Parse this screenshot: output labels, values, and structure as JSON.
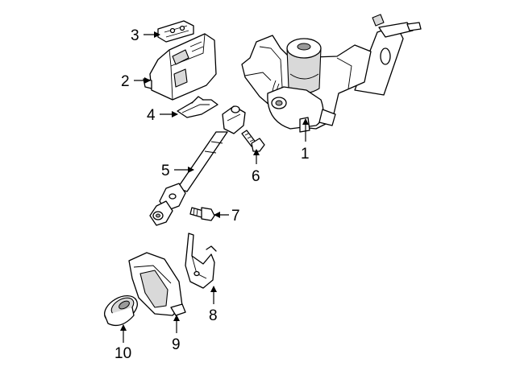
{
  "callouts": [
    {
      "number": "1",
      "part": "steering column assembly"
    },
    {
      "number": "2",
      "part": "control module"
    },
    {
      "number": "3",
      "part": "bracket"
    },
    {
      "number": "4",
      "part": "bracket"
    },
    {
      "number": "5",
      "part": "intermediate shaft"
    },
    {
      "number": "6",
      "part": "bolt"
    },
    {
      "number": "7",
      "part": "bolt"
    },
    {
      "number": "8",
      "part": "cover"
    },
    {
      "number": "9",
      "part": "column cover"
    },
    {
      "number": "10",
      "part": "boot seal"
    }
  ]
}
